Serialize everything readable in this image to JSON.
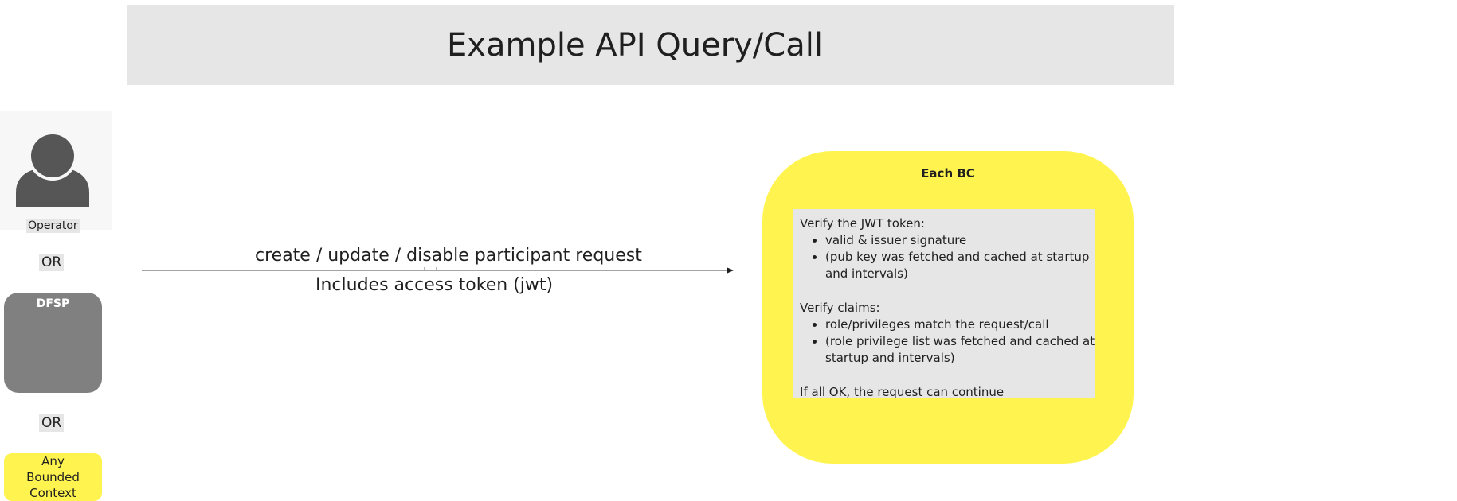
{
  "title": "Example API Query/Call",
  "actors": {
    "operator": {
      "label": "Operator",
      "icon": "person-icon"
    },
    "or_label": "OR",
    "dfsp": {
      "label": "DFSP"
    },
    "any_bounded_context": {
      "label": "Any Bounded Context"
    }
  },
  "arrow": {
    "top_label": "create / update / disable participant request",
    "bottom_label": "Includes access token (jwt)"
  },
  "each_bc": {
    "title": "Each BC",
    "verify_token": {
      "heading": "Verify the JWT token:",
      "items": [
        "valid & issuer signature",
        "(pub key was fetched and cached at startup and intervals)"
      ]
    },
    "verify_claims": {
      "heading": "Verify claims:",
      "items": [
        "role/privileges match the request/call",
        "(role privilege list was fetched and cached at startup and intervals)"
      ]
    },
    "conclusion": "If all OK, the request can continue"
  },
  "colors": {
    "banner": "#e6e6e6",
    "yellow": "#fff44f",
    "dfsp_gray": "#808080",
    "person_gray": "#565656"
  }
}
